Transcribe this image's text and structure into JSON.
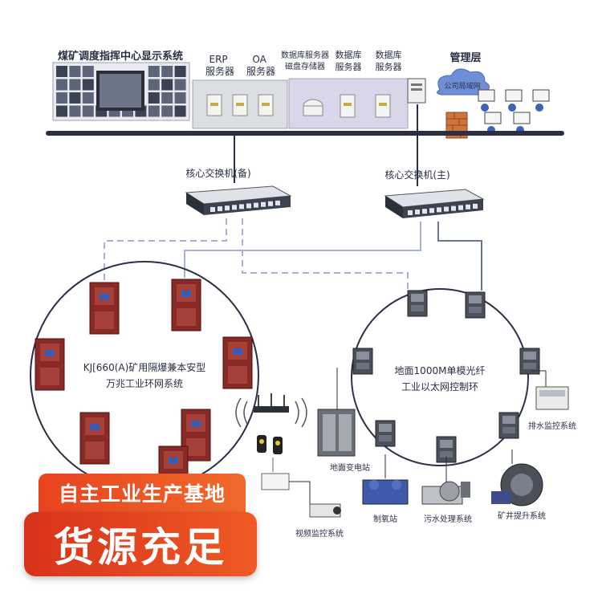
{
  "top": {
    "display_system_label": "煤矿调度指挥中心显示系统",
    "erp_label": "ERP\n服务器",
    "oa_label": "OA\n服务器",
    "server_group_labels": [
      "数据库服务器\n磁盘存储器",
      "数据库\n服务器",
      "数据库\n服务器"
    ],
    "management_label": "管理层",
    "cloud_label": "公司局域网"
  },
  "switches": {
    "backup": "核心交换机(备)",
    "main": "核心交换机(主)"
  },
  "rings": {
    "left_label_line1": "KJ[660(A)矿用隔爆兼本安型",
    "left_label_line2": "万兆工业环网系统",
    "right_label_line1": "地面1000M单模光纤",
    "right_label_line2": "工业以太网控制环"
  },
  "devices": {
    "substation": "地面变电站",
    "compressor": "制氧站",
    "sewage": "污水处理系统",
    "hoist": "矿井提升系统",
    "drainage": "排水监控系统",
    "camera": "视频监控系统"
  },
  "promo": {
    "line1": "自主工业生产基地",
    "line2": "货源充足"
  },
  "colors": {
    "cabinet": "#8a2a26",
    "switch_box": "#3c4250",
    "backbone": "#2a2f45",
    "promo_orange": "#ee4e24"
  }
}
